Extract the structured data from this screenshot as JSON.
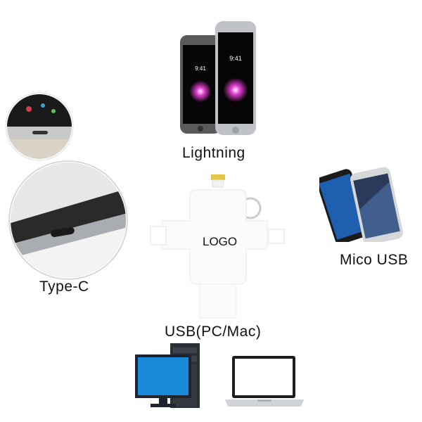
{
  "labels": {
    "lightning": "Lightning",
    "micro_usb": "Mico USB",
    "type_c": "Type-C",
    "usb": "USB(PC/Mac)",
    "logo": "LOGO"
  },
  "phone_screen": {
    "time": "9:41"
  },
  "colors": {
    "flower": "#d838c8",
    "phone_blue": "#1e5fb0",
    "monitor_screen": "#1a8ad8",
    "laptop_silver": "#cfd2d6"
  }
}
